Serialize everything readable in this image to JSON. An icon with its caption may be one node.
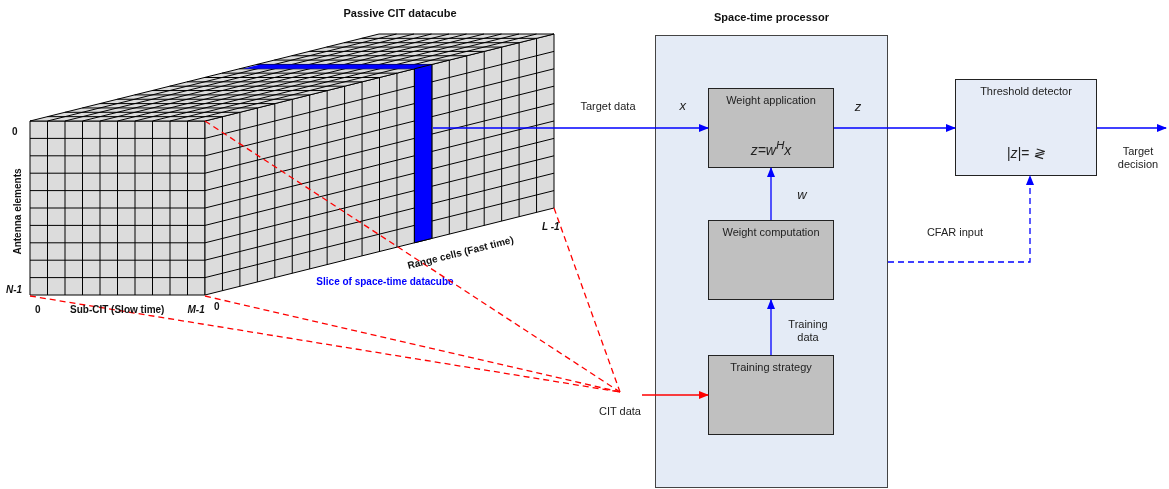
{
  "diagram": {
    "nodes": [
      {
        "text": [
          "Passive CIT datacube"
        ]
      },
      {
        "text": [],
        "shape": "bar",
        "in": 0,
        "beside": [
          "Slice of space-time datacube"
        ]
      },
      {
        "text": [
          "Space-time processor"
        ]
      },
      {
        "text": [
          "Weight application",
          "z=w$^{H}$x"
        ],
        "in": 2
      },
      {
        "text": [
          "Weight computation"
        ],
        "in": 2
      },
      {
        "text": [
          "Training strategy"
        ],
        "in": 2
      },
      {
        "text": [
          "Threshold detector",
          "|z|= ≷"
        ]
      },
      {
        "text": [
          "CIT data"
        ]
      }
    ],
    "edges": [
      {
        "from": 1,
        "to": 3,
        "arrow": "to",
        "label": "Target data",
        "color": "#0000ff"
      },
      {
        "from": 3,
        "to": 6,
        "arrow": "to",
        "label": "z",
        "color": "#0000ff"
      },
      {
        "from": 6,
        "to": null,
        "arrow": "to",
        "label": "Target decision",
        "color": "#0000ff"
      },
      {
        "from": 4,
        "to": 3,
        "arrow": "to",
        "label": "w",
        "color": "#0000ff"
      },
      {
        "from": 5,
        "to": 4,
        "arrow": "to",
        "label": "Training data",
        "color": "#0000ff"
      },
      {
        "from": 2,
        "to": 6,
        "arrow": "to",
        "label": "CFAR input",
        "style": "dashed",
        "color": "#0000ff"
      },
      {
        "from": 0,
        "to": 7,
        "arrow": "none",
        "style": "dashed",
        "color": "#ff0000"
      },
      {
        "from": 0,
        "to": 7,
        "arrow": "none",
        "style": "dashed",
        "color": "#ff0000"
      },
      {
        "from": 0,
        "to": 7,
        "arrow": "none",
        "style": "dashed",
        "color": "#ff0000"
      },
      {
        "from": 0,
        "to": 7,
        "arrow": "none",
        "style": "dashed",
        "color": "#ff0000"
      },
      {
        "from": 7,
        "to": 5,
        "arrow": "to",
        "color": "#ff0000"
      }
    ],
    "labels": [
      "0",
      "Antenna elements",
      "N-1",
      "0",
      "Sub-CIT (Slow time)",
      "M-1",
      "0",
      "Range cells (Fast time)",
      "L -1",
      "x"
    ]
  }
}
